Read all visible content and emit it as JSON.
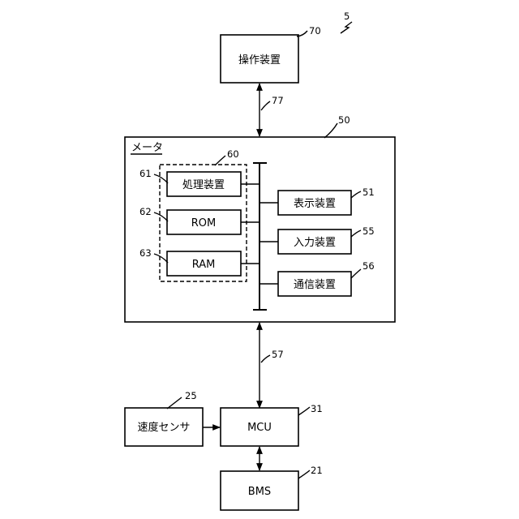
{
  "figure_ref": "5",
  "operation_device": {
    "label": "操作装置",
    "ref": "70"
  },
  "link_77": {
    "ref": "77"
  },
  "meter": {
    "label": "メータ",
    "ref": "50"
  },
  "processing_group": {
    "ref": "60"
  },
  "processor": {
    "label": "処理装置",
    "ref": "61"
  },
  "rom": {
    "label": "ROM",
    "ref": "62"
  },
  "ram": {
    "label": "RAM",
    "ref": "63"
  },
  "display_device": {
    "label": "表示装置",
    "ref": "51"
  },
  "input_device": {
    "label": "入力装置",
    "ref": "55"
  },
  "comm_device": {
    "label": "通信装置",
    "ref": "56"
  },
  "link_57": {
    "ref": "57"
  },
  "speed_sensor": {
    "label": "速度センサ",
    "ref": "25"
  },
  "mcu": {
    "label": "MCU",
    "ref": "31"
  },
  "bms": {
    "label": "BMS",
    "ref": "21"
  }
}
